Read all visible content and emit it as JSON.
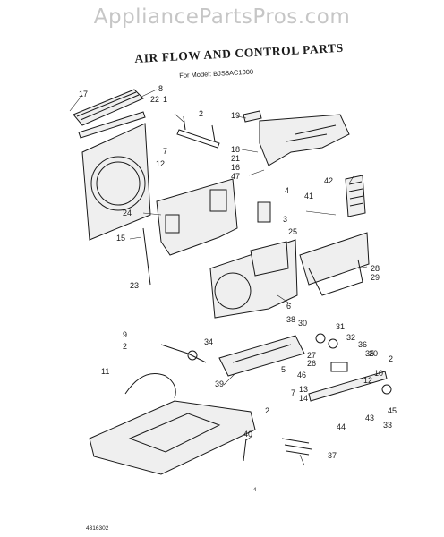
{
  "watermark": "AppliancePartsPros.com",
  "title": "AIR FLOW AND CONTROL PARTS",
  "subtitle": "For Model: BJS8AC1000",
  "footer_code": "4316302",
  "page_mark": "4",
  "callouts": [
    "17",
    "8",
    "22",
    "1",
    "2",
    "19",
    "18",
    "21",
    "16",
    "47",
    "7",
    "12",
    "42",
    "24",
    "4",
    "41",
    "3",
    "25",
    "15",
    "28",
    "29",
    "23",
    "6",
    "38",
    "30",
    "31",
    "32",
    "36",
    "35",
    "9",
    "2",
    "34",
    "27",
    "26",
    "20",
    "2",
    "39",
    "5",
    "46",
    "13",
    "14",
    "40",
    "45",
    "10",
    "12",
    "11",
    "43",
    "33",
    "44",
    "37",
    "2",
    "7"
  ]
}
